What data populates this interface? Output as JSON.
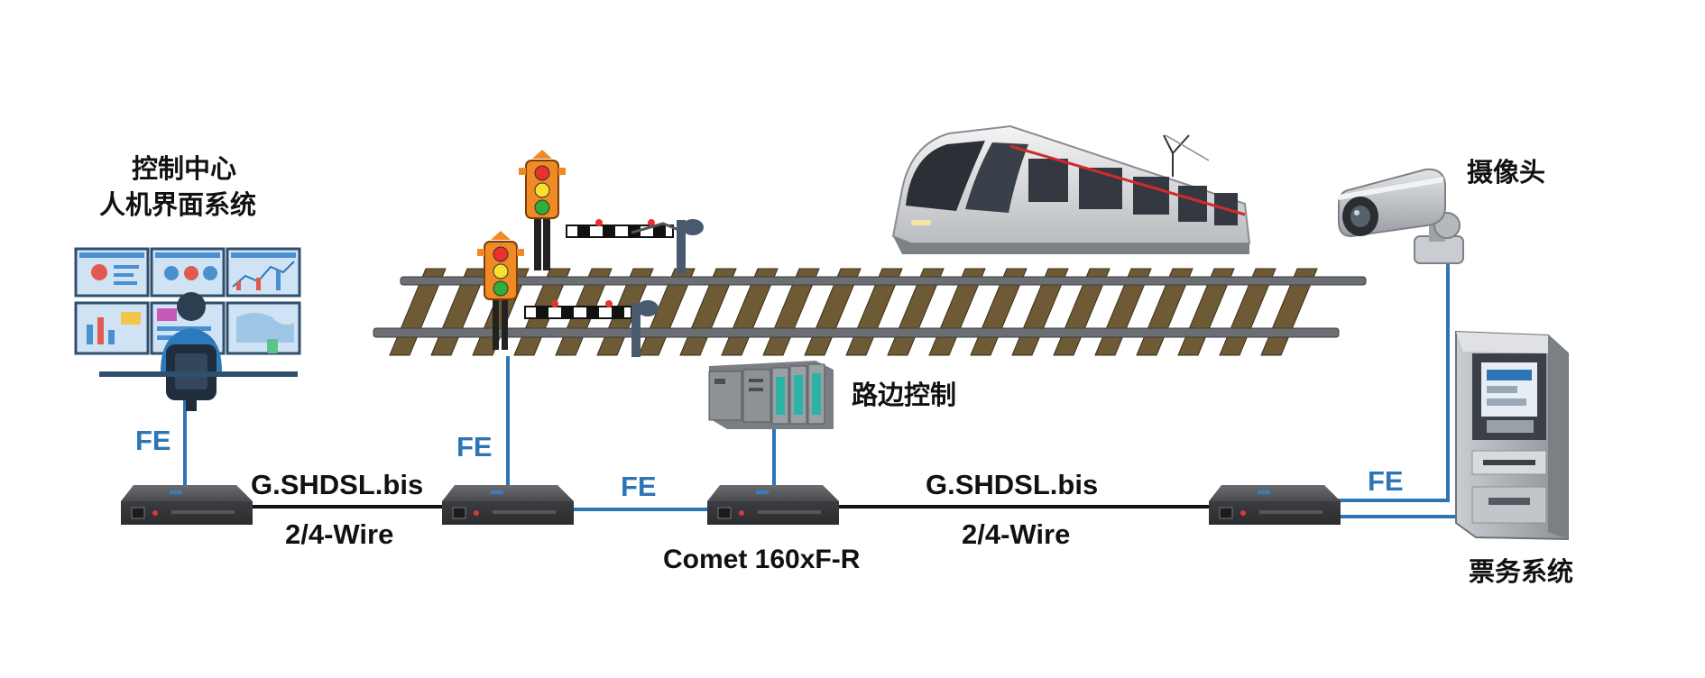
{
  "nodes": {
    "control_center_line1": "控制中心",
    "control_center_line2": "人机界面系统",
    "camera": "摄像头",
    "roadside_control": "路边控制",
    "ticketing": "票务系统",
    "device_model": "Comet 160xF-R"
  },
  "links": {
    "fe_1": "FE",
    "fe_2": "FE",
    "fe_3": "FE",
    "fe_4": "FE",
    "shdsl_left_protocol": "G.SHDSL.bis",
    "shdsl_left_wire": "2/4-Wire",
    "shdsl_right_protocol": "G.SHDSL.bis",
    "shdsl_right_wire": "2/4-Wire"
  },
  "colors": {
    "fe_link": "#2e75b6",
    "shdsl_link": "#111111",
    "device_body": "#4a4b4d",
    "rail": "#6b6f73",
    "sleeper": "#6e5a34"
  },
  "icons": [
    "control-center-icon",
    "traffic-light-icon",
    "rail-barrier-icon",
    "railway-track-icon",
    "tram-icon",
    "security-camera-icon",
    "plc-controller-icon",
    "ticket-machine-icon",
    "comet-device-icon"
  ]
}
